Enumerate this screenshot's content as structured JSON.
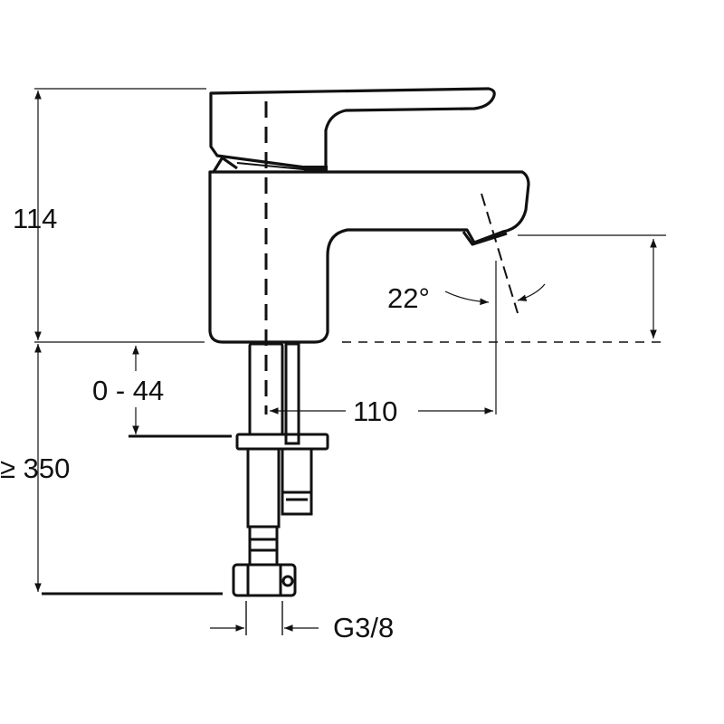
{
  "dimensions": {
    "height": "114",
    "adjust_range": "0 - 44",
    "reach": "110",
    "below_counter": "≥ 350",
    "angle": "22°",
    "connection": "G3/8"
  },
  "colors": {
    "line": "#111111",
    "background": "#ffffff"
  }
}
